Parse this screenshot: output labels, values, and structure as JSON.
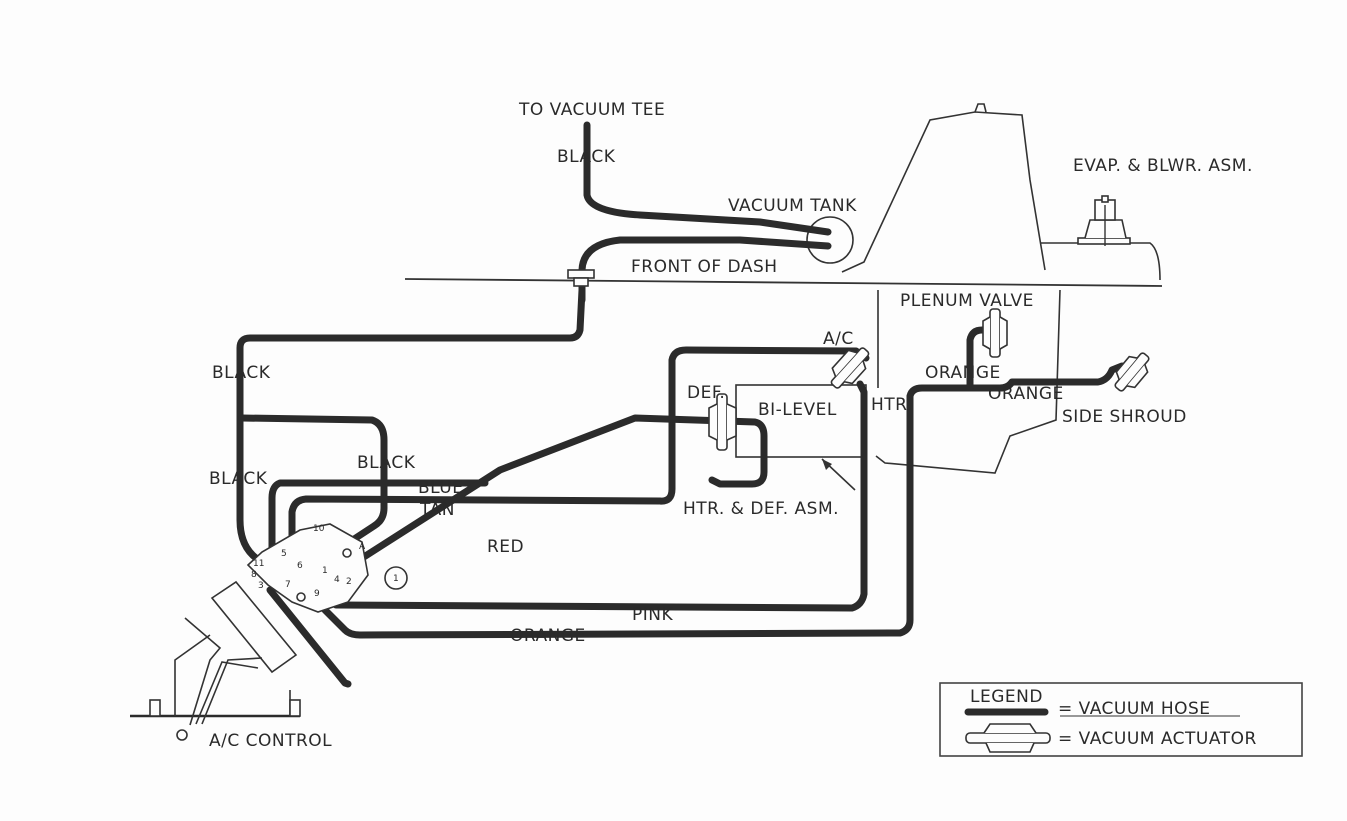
{
  "labels": {
    "to_vacuum_tee": "TO VACUUM TEE",
    "black_top": "BLACK",
    "vacuum_tank": "VACUUM TANK",
    "front_of_dash": "FRONT OF DASH",
    "evap_blwr": "EVAP. & BLWR. ASM.",
    "plenum_valve": "PLENUM VALVE",
    "ac": "A/C",
    "def": "DEF.",
    "bi_level": "BI-LEVEL",
    "htr": "HTR.",
    "orange_plenum": "ORANGE",
    "orange_shroud": "ORANGE",
    "side_shroud": "SIDE SHROUD",
    "black_left": "BLACK",
    "black_lower": "BLACK",
    "black_mid": "BLACK",
    "blue": "BLUE",
    "tan": "TAN",
    "htr_def_asm": "HTR. & DEF. ASM.",
    "red": "RED",
    "pink": "PINK",
    "orange_bottom": "ORANGE",
    "ac_control": "A/C CONTROL"
  },
  "ports": [
    "11",
    "8",
    "3",
    "5",
    "6",
    "7",
    "9",
    "10",
    "A",
    "1",
    "4",
    "2",
    "1"
  ],
  "legend": {
    "title": "LEGEND",
    "hose_text": "= VACUUM HOSE",
    "actuator_text": "= VACUUM ACTUATOR"
  }
}
